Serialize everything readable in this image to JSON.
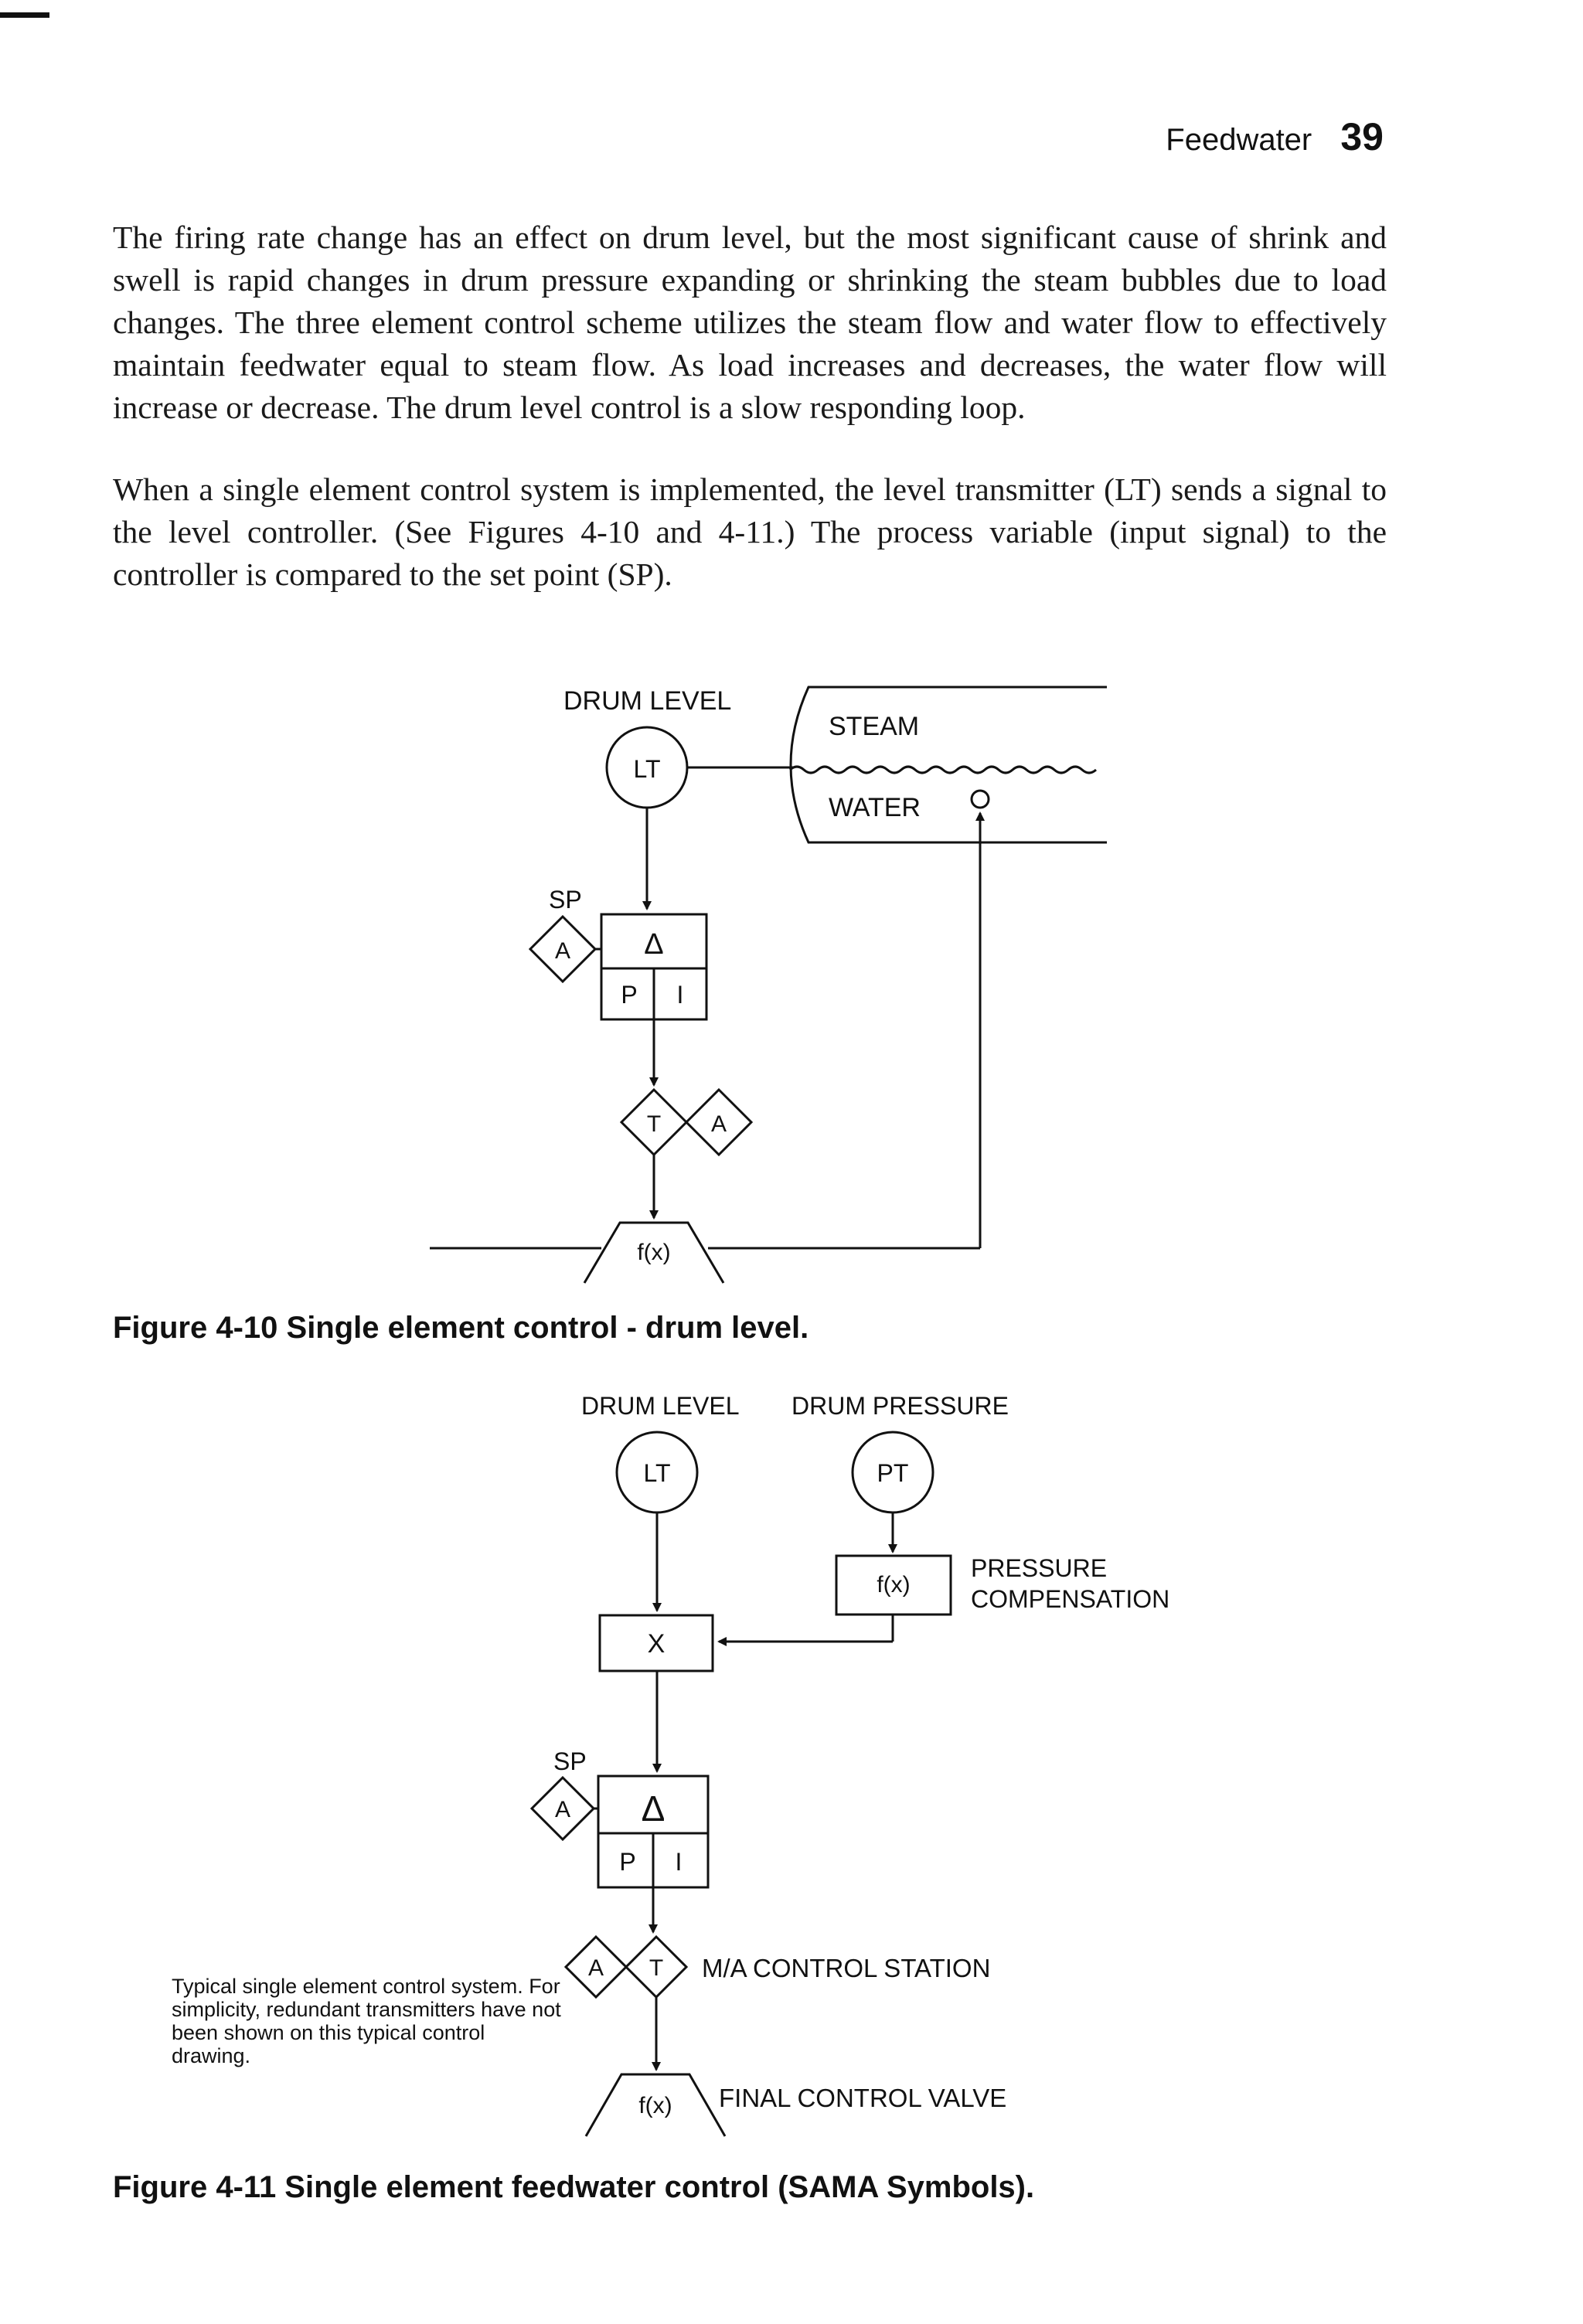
{
  "header": {
    "section_title": "Feedwater",
    "page_number": "39"
  },
  "paragraphs": [
    "The firing rate change has an effect on drum level, but the most significant cause of shrink and swell is rapid changes in drum pressure expanding or shrinking the steam bubbles due to load changes. The three element control scheme utilizes the steam flow and water flow to effectively maintain feedwater equal to steam flow. As load increases and decreases, the water flow will increase or decrease. The drum level control is a slow responding loop.",
    "When a single element control system is implemented, the level transmitter (LT) sends a signal to the level controller. (See Figures 4-10 and 4-11.) The process variable (input signal) to the controller is compared to the set point (SP)."
  ],
  "figure_1": {
    "caption": "Figure 4-10 Single element control - drum level.",
    "labels": {
      "drum_level": "DRUM LEVEL",
      "lt": "LT",
      "steam": "STEAM",
      "water": "WATER",
      "sp": "SP",
      "a_left": "A",
      "delta": "Δ",
      "p": "P",
      "i": "I",
      "t": "T",
      "a_right": "A",
      "fx": "f(x)"
    }
  },
  "figure_2": {
    "caption": "Figure 4-11 Single element feedwater control (SAMA Symbols).",
    "labels": {
      "drum_level": "DRUM LEVEL",
      "drum_pressure": "DRUM PRESSURE",
      "lt": "LT",
      "pt": "PT",
      "fx_pressure": "f(x)",
      "pressure": "PRESSURE",
      "compensation": "COMPENSATION",
      "x": "X",
      "sp": "SP",
      "a_left": "A",
      "delta": "Δ",
      "p": "P",
      "i": "I",
      "a_station": "A",
      "t_station": "T",
      "ma_station": "M/A CONTROL STATION",
      "fx_valve": "f(x)",
      "final_valve": "FINAL CONTROL VALVE"
    },
    "note": "Typical single element control system. For simplicity, redundant transmitters have not been shown on this typical control drawing."
  }
}
